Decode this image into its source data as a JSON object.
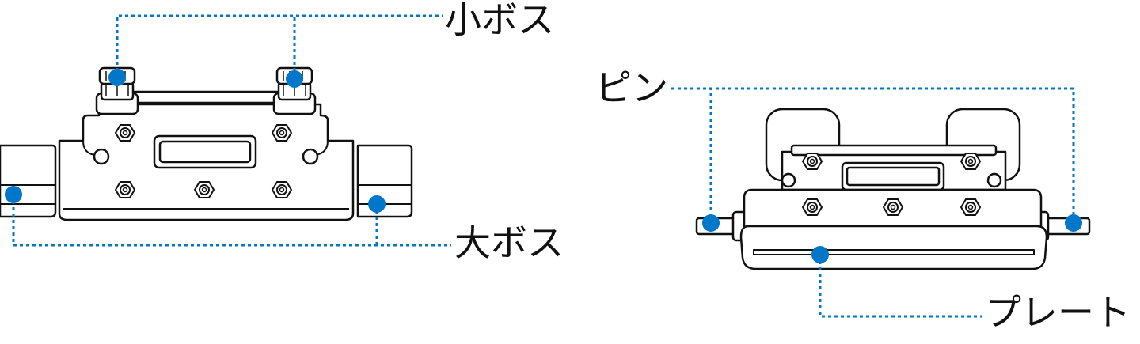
{
  "labels": {
    "small_boss": "小ボス",
    "large_boss": "大ボス",
    "pin": "ピン",
    "plate": "プレート"
  },
  "colors": {
    "callout": "#0077c8",
    "outline": "#111111",
    "fill": "#ffffff"
  }
}
